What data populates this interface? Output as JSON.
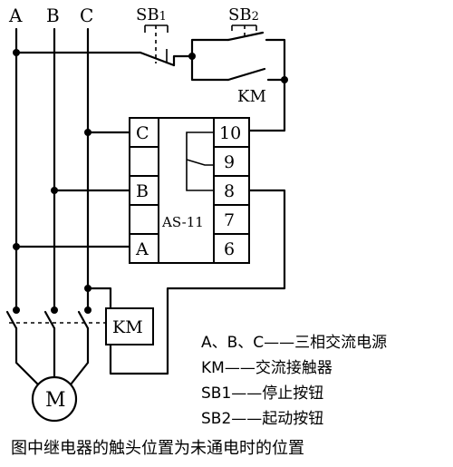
{
  "phases": {
    "a": "A",
    "b": "B",
    "c": "C"
  },
  "switches": {
    "sb1": "SB1",
    "sb2": "SB2",
    "km_contact": "KM"
  },
  "relay": {
    "model": "AS-11",
    "left_pins": {
      "c": "C",
      "b": "B",
      "a": "A"
    },
    "right_pins": {
      "p10": "10",
      "p9": "9",
      "p8": "8",
      "p7": "7",
      "p6": "6"
    }
  },
  "coil": {
    "label": "KM"
  },
  "motor": {
    "label": "M"
  },
  "legend": [
    "A、B、C——三相交流电源",
    "KM——交流接触器",
    "SB1——停止按钮",
    "SB2——起动按钮"
  ],
  "caption": "图中继电器的触头位置为未通电时的位置"
}
